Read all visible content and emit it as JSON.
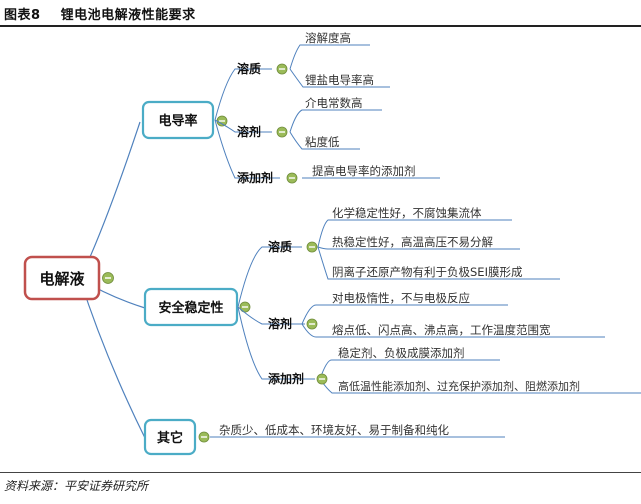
{
  "header": {
    "title": "图表8    锂电池电解液性能要求"
  },
  "footer": {
    "source": "资料来源：平安证券研究所"
  },
  "mindmap": {
    "root": "电解液",
    "branches": [
      {
        "label": "电导率",
        "subs": [
          {
            "label": "溶质",
            "leaves": [
              "溶解度高",
              "锂盐电导率高"
            ]
          },
          {
            "label": "溶剂",
            "leaves": [
              "介电常数高",
              "粘度低"
            ]
          },
          {
            "label": "添加剂",
            "leaves": [
              "提高电导率的添加剂"
            ]
          }
        ]
      },
      {
        "label": "安全稳定性",
        "subs": [
          {
            "label": "溶质",
            "leaves": [
              "化学稳定性好，不腐蚀集流体",
              "热稳定性好，高温高压不易分解",
              "阴离子还原产物有利于负极SEI膜形成"
            ]
          },
          {
            "label": "溶剂",
            "leaves": [
              "对电极惰性，不与电极反应",
              "熔点低、闪点高、沸点高，工作温度范围宽"
            ]
          },
          {
            "label": "添加剂",
            "leaves": [
              "稳定剂、负极成膜添加剂",
              "高低温性能添加剂、过充保护添加剂、阻燃添加剂"
            ]
          }
        ]
      },
      {
        "label": "其它",
        "subs": [],
        "leaves": [
          "杂质少、低成本、环境友好、易于制备和纯化"
        ]
      }
    ]
  },
  "colors": {
    "root_border": "#c0504d",
    "branch_border": "#4bacc6",
    "connector": "#4f81bd",
    "collapse_fill": "#9bbb59",
    "text": "#111111",
    "leaf_text": "#333333"
  }
}
